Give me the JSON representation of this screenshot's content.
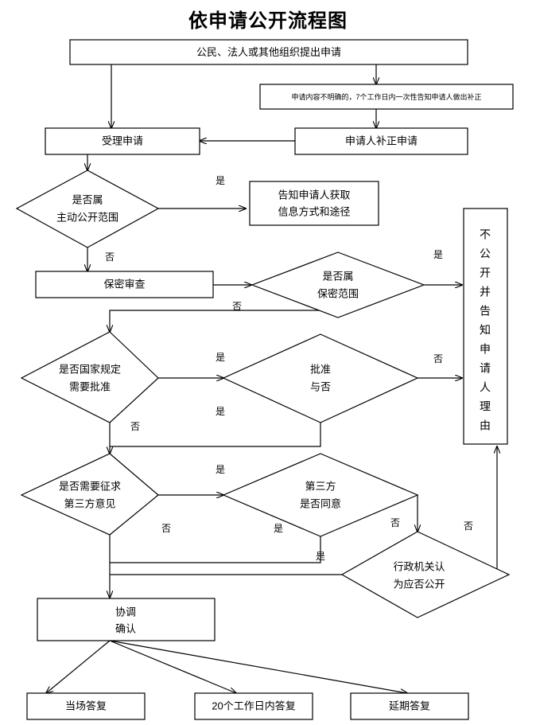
{
  "title": "依申请公开流程图",
  "colors": {
    "stroke": "#000000",
    "fill": "#ffffff",
    "text": "#000000"
  },
  "chart_data": {
    "type": "diagram",
    "title": "依申请公开流程图",
    "diagram_kind": "flowchart",
    "nodes": [
      {
        "id": "n1",
        "shape": "rect",
        "lines": [
          "公民、法人或其他组织提出申请"
        ]
      },
      {
        "id": "n2",
        "shape": "rect",
        "lines": [
          "申请内容不明确的，7个工作日内一次性告知申请人做出补正"
        ]
      },
      {
        "id": "n3",
        "shape": "rect",
        "lines": [
          "受理申请"
        ]
      },
      {
        "id": "n4",
        "shape": "rect",
        "lines": [
          "申请人补正申请"
        ]
      },
      {
        "id": "n5",
        "shape": "diamond",
        "lines": [
          "是否属",
          "主动公开范围"
        ]
      },
      {
        "id": "n6",
        "shape": "rect",
        "lines": [
          "告知申请人获取",
          "信息方式和途径"
        ]
      },
      {
        "id": "n7",
        "shape": "rect",
        "lines": [
          "保密审查"
        ]
      },
      {
        "id": "n8",
        "shape": "diamond",
        "lines": [
          "是否属",
          "保密范围"
        ]
      },
      {
        "id": "n9",
        "shape": "rect-vertical",
        "lines": [
          "不公开并告知申请人理由"
        ]
      },
      {
        "id": "n10",
        "shape": "diamond",
        "lines": [
          "是否国家规定",
          "需要批准"
        ]
      },
      {
        "id": "n11",
        "shape": "diamond",
        "lines": [
          "批准",
          "与否"
        ]
      },
      {
        "id": "n12",
        "shape": "diamond",
        "lines": [
          "是否需要征求",
          "第三方意见"
        ]
      },
      {
        "id": "n13",
        "shape": "diamond",
        "lines": [
          "第三方",
          "是否同意"
        ]
      },
      {
        "id": "n14",
        "shape": "diamond",
        "lines": [
          "行政机关认",
          "为应否公开"
        ]
      },
      {
        "id": "n15",
        "shape": "rect",
        "lines": [
          "协调",
          "确认"
        ]
      },
      {
        "id": "n16",
        "shape": "rect",
        "lines": [
          "当场答复"
        ]
      },
      {
        "id": "n17",
        "shape": "rect",
        "lines": [
          "20个工作日内答复"
        ]
      },
      {
        "id": "n18",
        "shape": "rect",
        "lines": [
          "延期答复"
        ]
      }
    ],
    "edges": [
      {
        "from": "n1",
        "to": "n3",
        "label": ""
      },
      {
        "from": "n1",
        "to": "n2",
        "label": ""
      },
      {
        "from": "n2",
        "to": "n4",
        "label": ""
      },
      {
        "from": "n4",
        "to": "n3",
        "label": ""
      },
      {
        "from": "n3",
        "to": "n5",
        "label": ""
      },
      {
        "from": "n5",
        "to": "n6",
        "label": "是"
      },
      {
        "from": "n5",
        "to": "n7",
        "label": "否"
      },
      {
        "from": "n7",
        "to": "n8",
        "label": ""
      },
      {
        "from": "n8",
        "to": "n9",
        "label": "是"
      },
      {
        "from": "n8",
        "to": "n10",
        "label": "否"
      },
      {
        "from": "n10",
        "to": "n11",
        "label": "是"
      },
      {
        "from": "n10",
        "to": "n12",
        "label": "否"
      },
      {
        "from": "n11",
        "to": "n9",
        "label": "否"
      },
      {
        "from": "n11",
        "to": "n12",
        "label": "是"
      },
      {
        "from": "n12",
        "to": "n13",
        "label": "是"
      },
      {
        "from": "n12",
        "to": "n15",
        "label": "否"
      },
      {
        "from": "n13",
        "to": "n15",
        "label": "是"
      },
      {
        "from": "n13",
        "to": "n14",
        "label": "否"
      },
      {
        "from": "n14",
        "to": "n9",
        "label": "否"
      },
      {
        "from": "n14",
        "to": "n15",
        "label": "是"
      },
      {
        "from": "n15",
        "to": "n16",
        "label": ""
      },
      {
        "from": "n15",
        "to": "n17",
        "label": ""
      },
      {
        "from": "n15",
        "to": "n18",
        "label": ""
      }
    ],
    "edge_labels": [
      "是",
      "否"
    ]
  },
  "nodes": {
    "n1": {
      "line1": "公民、法人或其他组织提出申请"
    },
    "n2": {
      "line1": "申请内容不明确的，7个工作日内一次性告知申请人做出补正"
    },
    "n3": {
      "line1": "受理申请"
    },
    "n4": {
      "line1": "申请人补正申请"
    },
    "n5": {
      "line1": "是否属",
      "line2": "主动公开范围"
    },
    "n6": {
      "line1": "告知申请人获取",
      "line2": "信息方式和途径"
    },
    "n7": {
      "line1": "保密审查"
    },
    "n8": {
      "line1": "是否属",
      "line2": "保密范围"
    },
    "n9": {
      "text": "不公开并告知申请人理由",
      "c1": "不",
      "c2": "公",
      "c3": "开",
      "c4": "并",
      "c5": "告",
      "c6": "知",
      "c7": "申",
      "c8": "请",
      "c9": "人",
      "c10": "理",
      "c11": "由"
    },
    "n10": {
      "line1": "是否国家规定",
      "line2": "需要批准"
    },
    "n11": {
      "line1": "批准",
      "line2": "与否"
    },
    "n12": {
      "line1": "是否需要征求",
      "line2": "第三方意见"
    },
    "n13": {
      "line1": "第三方",
      "line2": "是否同意"
    },
    "n14": {
      "line1": "行政机关认",
      "line2": "为应否公开"
    },
    "n15": {
      "line1": "协调",
      "line2": "确认"
    },
    "n16": {
      "line1": "当场答复"
    },
    "n17": {
      "line1": "20个工作日内答复"
    },
    "n18": {
      "line1": "延期答复"
    }
  },
  "labels": {
    "l1": "是",
    "l2": "否",
    "l3": "是",
    "l4": "否",
    "l5": "否",
    "l6": "是",
    "l7": "是",
    "l8": "否",
    "l9": "是",
    "l10": "否",
    "l11": "是",
    "l12": "否",
    "l13": "是",
    "l14": "否"
  }
}
